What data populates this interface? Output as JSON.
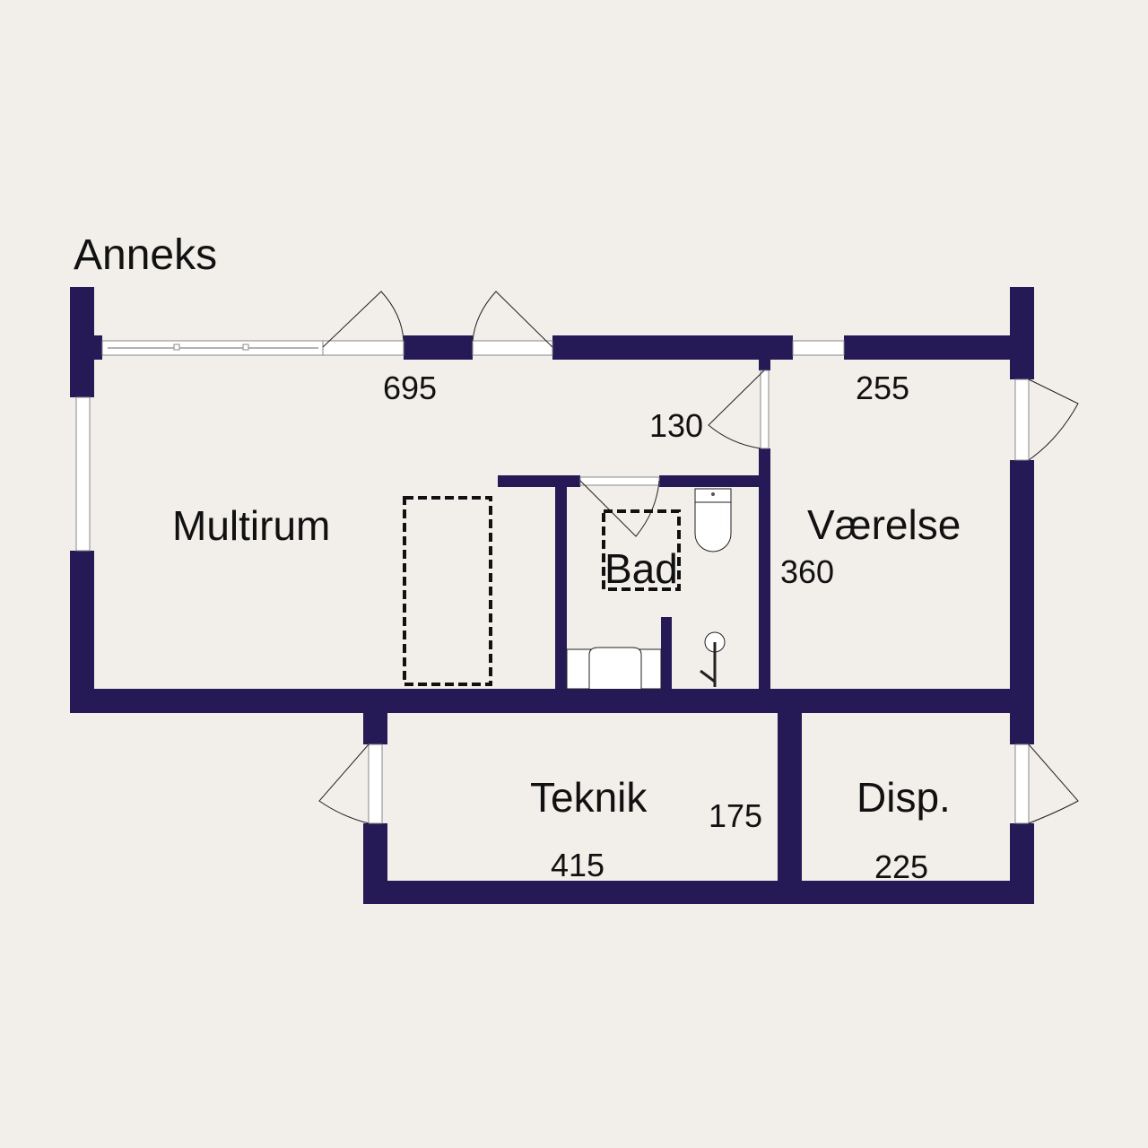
{
  "title": "Anneks",
  "rooms": [
    {
      "name": "Multirum",
      "dimension": "695"
    },
    {
      "name": "Bad",
      "dimension": "130"
    },
    {
      "name": "Værelse",
      "dimension_a": "255",
      "dimension_b": "360"
    },
    {
      "name": "Teknik",
      "dimension_a": "415",
      "dimension_b": "175"
    },
    {
      "name": "Disp.",
      "dimension": "225"
    }
  ],
  "colors": {
    "wall": "#251a55",
    "background": "#f2eeea"
  }
}
